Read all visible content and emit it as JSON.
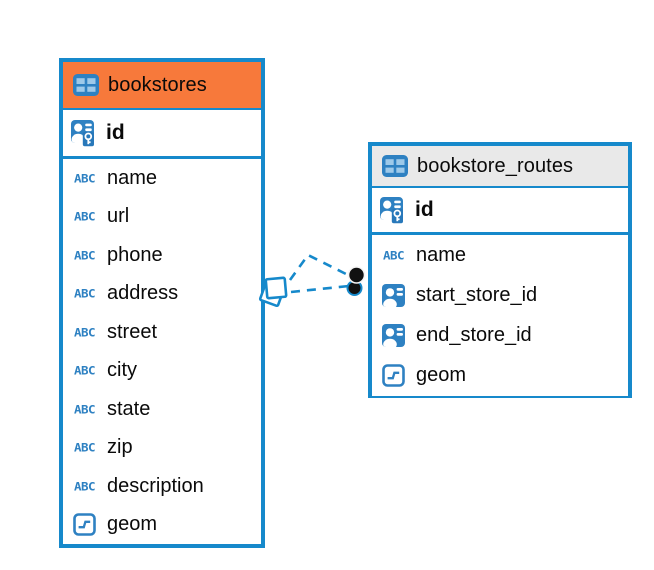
{
  "diagram": {
    "colors": {
      "accent_blue": "#1689CB",
      "icon_blue": "#2E81C2",
      "icon_cell_blue": "#9DC9E9",
      "bookstores_header_orange": "#F7793B",
      "routes_header_gray": "#E9E9E9",
      "text_black": "#0a0a0a",
      "relation_dot_black": "#111111"
    },
    "icon_labels": {
      "varchar": "ABC"
    },
    "tables": [
      {
        "name": "bookstores",
        "header_icon": "table-grid",
        "primary_key": {
          "name": "id",
          "icon": "person-key"
        },
        "columns": [
          {
            "name": "name",
            "type": "varchar"
          },
          {
            "name": "url",
            "type": "varchar"
          },
          {
            "name": "phone",
            "type": "varchar"
          },
          {
            "name": "address",
            "type": "varchar"
          },
          {
            "name": "street",
            "type": "varchar"
          },
          {
            "name": "city",
            "type": "varchar"
          },
          {
            "name": "state",
            "type": "varchar"
          },
          {
            "name": "zip",
            "type": "varchar"
          },
          {
            "name": "description",
            "type": "varchar"
          },
          {
            "name": "geom",
            "type": "geometry"
          }
        ]
      },
      {
        "name": "bookstore_routes",
        "header_icon": "table-grid",
        "primary_key": {
          "name": "id",
          "icon": "person-key"
        },
        "columns": [
          {
            "name": "name",
            "type": "varchar"
          },
          {
            "name": "start_store_id",
            "type": "foreign-key"
          },
          {
            "name": "end_store_id",
            "type": "foreign-key"
          },
          {
            "name": "geom",
            "type": "geometry"
          }
        ]
      }
    ],
    "relation": {
      "from_table": "bookstores",
      "to_table": "bookstore_routes",
      "line_style": "dashed",
      "start_marker": "stacked-squares",
      "end_marker": "two-black-dots"
    }
  }
}
